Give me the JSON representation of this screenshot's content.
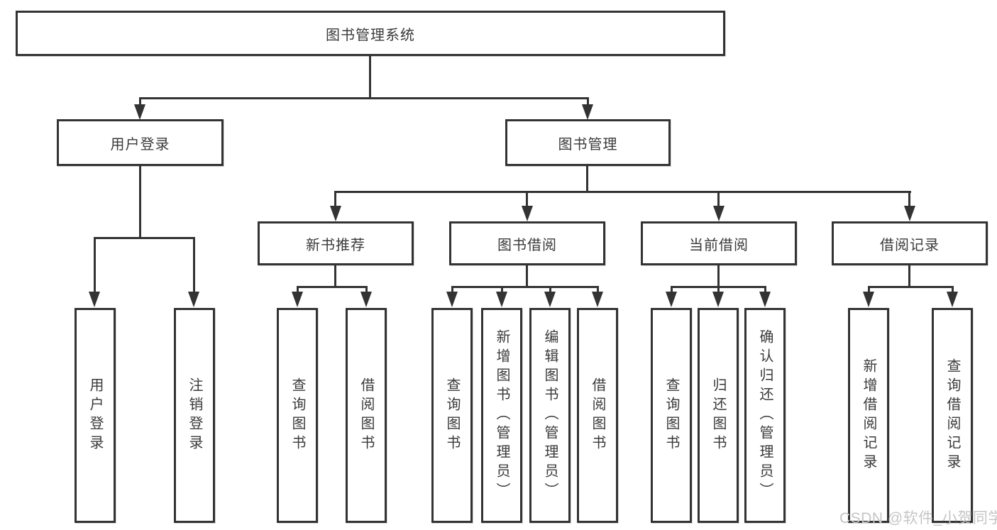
{
  "colors": {
    "line": "#333333",
    "text": "#3a3a3a",
    "box_fill": "#ffffff",
    "background": "#ffffff",
    "watermark": "#c5c5c5"
  },
  "watermark": {
    "text": "CSDN @软件_小贺同学"
  },
  "tree": {
    "label": "图书管理系统",
    "children": [
      {
        "label": "用户登录",
        "children": [
          {
            "label": "用户登录"
          },
          {
            "label": "注销登录"
          }
        ]
      },
      {
        "label": "图书管理",
        "children": [
          {
            "label": "新书推荐",
            "children": [
              {
                "label": "查询图书"
              },
              {
                "label": "借阅图书"
              }
            ]
          },
          {
            "label": "图书借阅",
            "children": [
              {
                "label": "查询图书"
              },
              {
                "label": "新增图书（管理员）"
              },
              {
                "label": "编辑图书（管理员）"
              },
              {
                "label": "借阅图书"
              }
            ]
          },
          {
            "label": "当前借阅",
            "children": [
              {
                "label": "查询图书"
              },
              {
                "label": "归还图书"
              },
              {
                "label": "确认归还（管理员）"
              }
            ]
          },
          {
            "label": "借阅记录",
            "children": [
              {
                "label": "新增借阅记录"
              },
              {
                "label": "查询借阅记录"
              }
            ]
          }
        ]
      }
    ]
  }
}
